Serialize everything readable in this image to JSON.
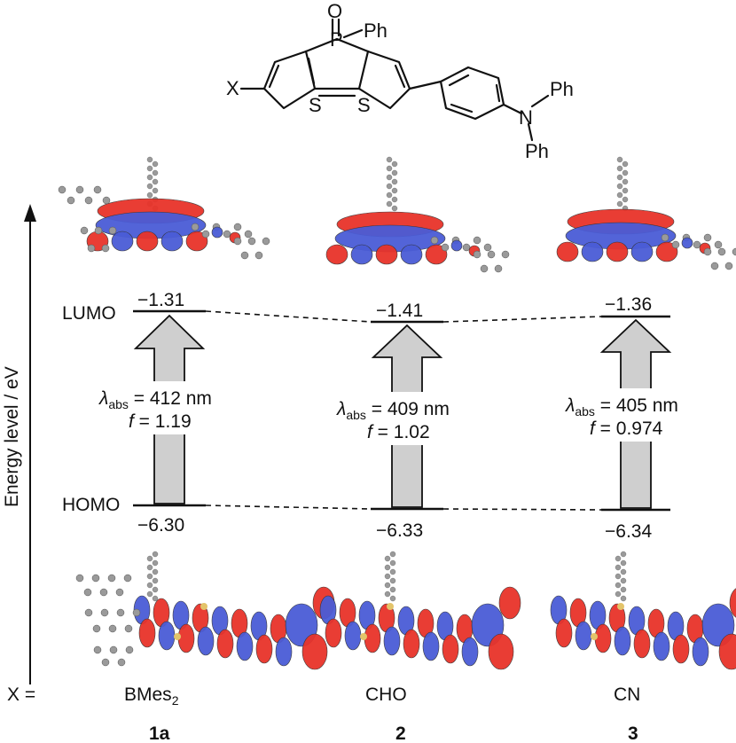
{
  "structure": {
    "substituent": "X",
    "phosphorus": "P",
    "oxygen": "O",
    "phenyl_on_p": "Ph",
    "sulfur_left": "S",
    "sulfur_right": "S",
    "nitrogen": "N",
    "phenyl_n_1": "Ph",
    "phenyl_n_2": "Ph"
  },
  "axis": {
    "ylabel": "Energy level / eV"
  },
  "levels": {
    "lumo_label": "LUMO",
    "homo_label": "HOMO"
  },
  "compounds": [
    {
      "x_value": "BMes",
      "x_sub": "2",
      "id": "1a",
      "lumo": "−1.31",
      "homo": "−6.30",
      "lambda_value": " = 412 nm",
      "f_value": " = 1.19"
    },
    {
      "x_value": "CHO",
      "x_sub": "",
      "id": "2",
      "lumo": "−1.41",
      "homo": "−6.33",
      "lambda_value": " = 409 nm",
      "f_value": " = 1.02"
    },
    {
      "x_value": "CN",
      "x_sub": "",
      "id": "3",
      "lumo": "−1.36",
      "homo": "−6.34",
      "lambda_value": " = 405 nm",
      "f_value": " = 0.974"
    }
  ],
  "symbols": {
    "lambda": "λ",
    "abs": "abs",
    "f": "f"
  },
  "row_label": "X =",
  "colors": {
    "orbital_positive": "#e8332a",
    "orbital_negative": "#4a5cd6",
    "arrow_fill": "#cfcfcf",
    "atom_carbon": "#9a9a9a"
  }
}
